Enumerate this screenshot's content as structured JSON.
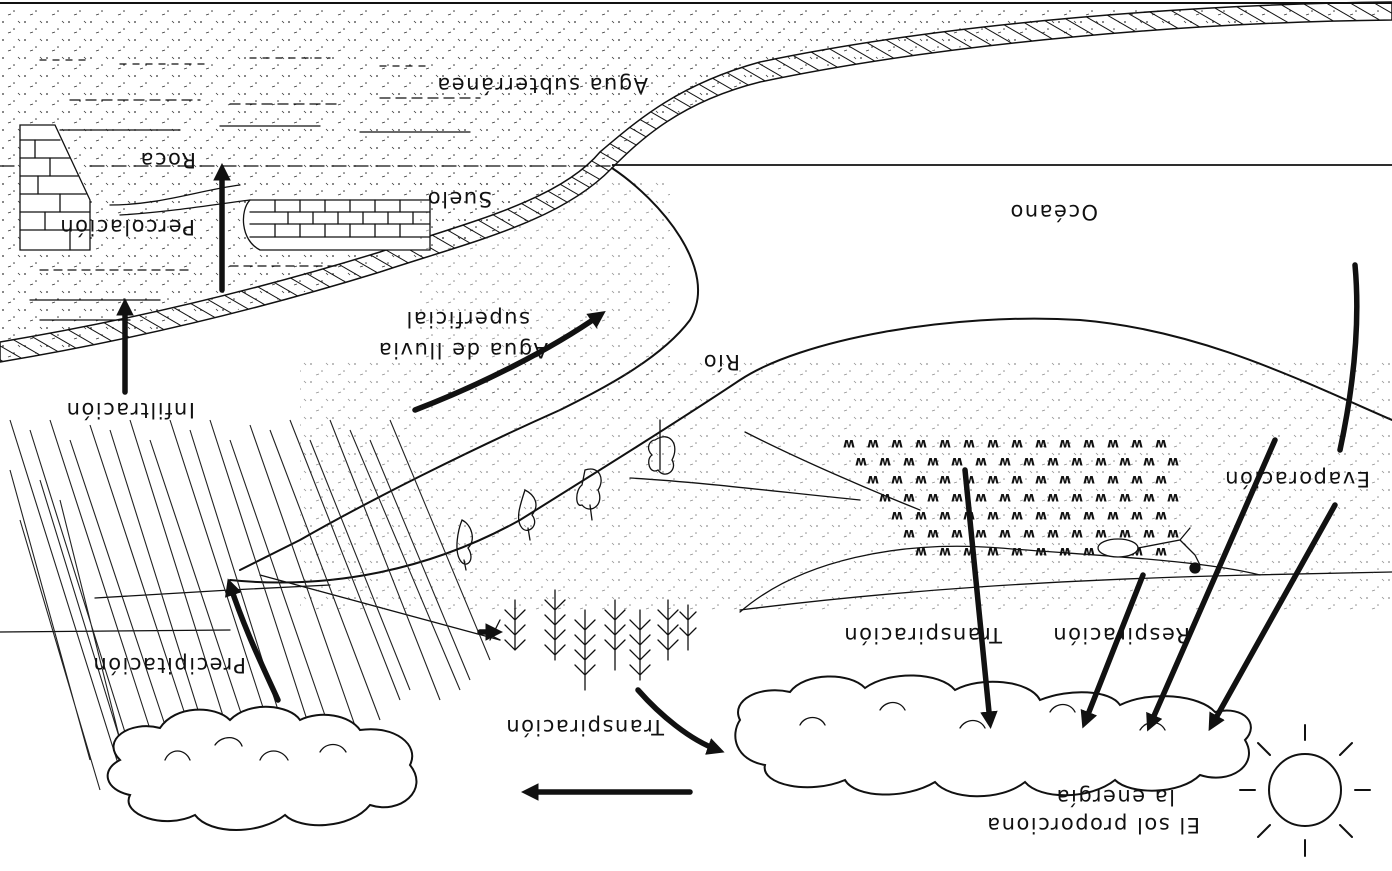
{
  "diagram": {
    "labels": {
      "groundwater": "Agua subterránea",
      "rock": "Roca",
      "soil": "Suelo",
      "percolation": "Percolación",
      "ocean": "Océano",
      "surface_runoff_line1": "Agua de lluvia",
      "surface_runoff_line2": "superficial",
      "river": "Río",
      "infiltration": "Infiltración",
      "evaporation": "Evaporación",
      "respiration": "Respiración",
      "transpiration_upper": "Transpiración",
      "precipitation": "Precipitación",
      "transpiration_lower": "Transpiración",
      "sun_line1": "El sol proporciona",
      "sun_line2": "la energía"
    },
    "orientation": "rotated 180 degrees",
    "icons": {
      "sun": "sun-icon",
      "clouds": "cloud-icon",
      "trees": "tree-icon",
      "person": "person-icon",
      "crops": "crop-field-icon"
    }
  }
}
